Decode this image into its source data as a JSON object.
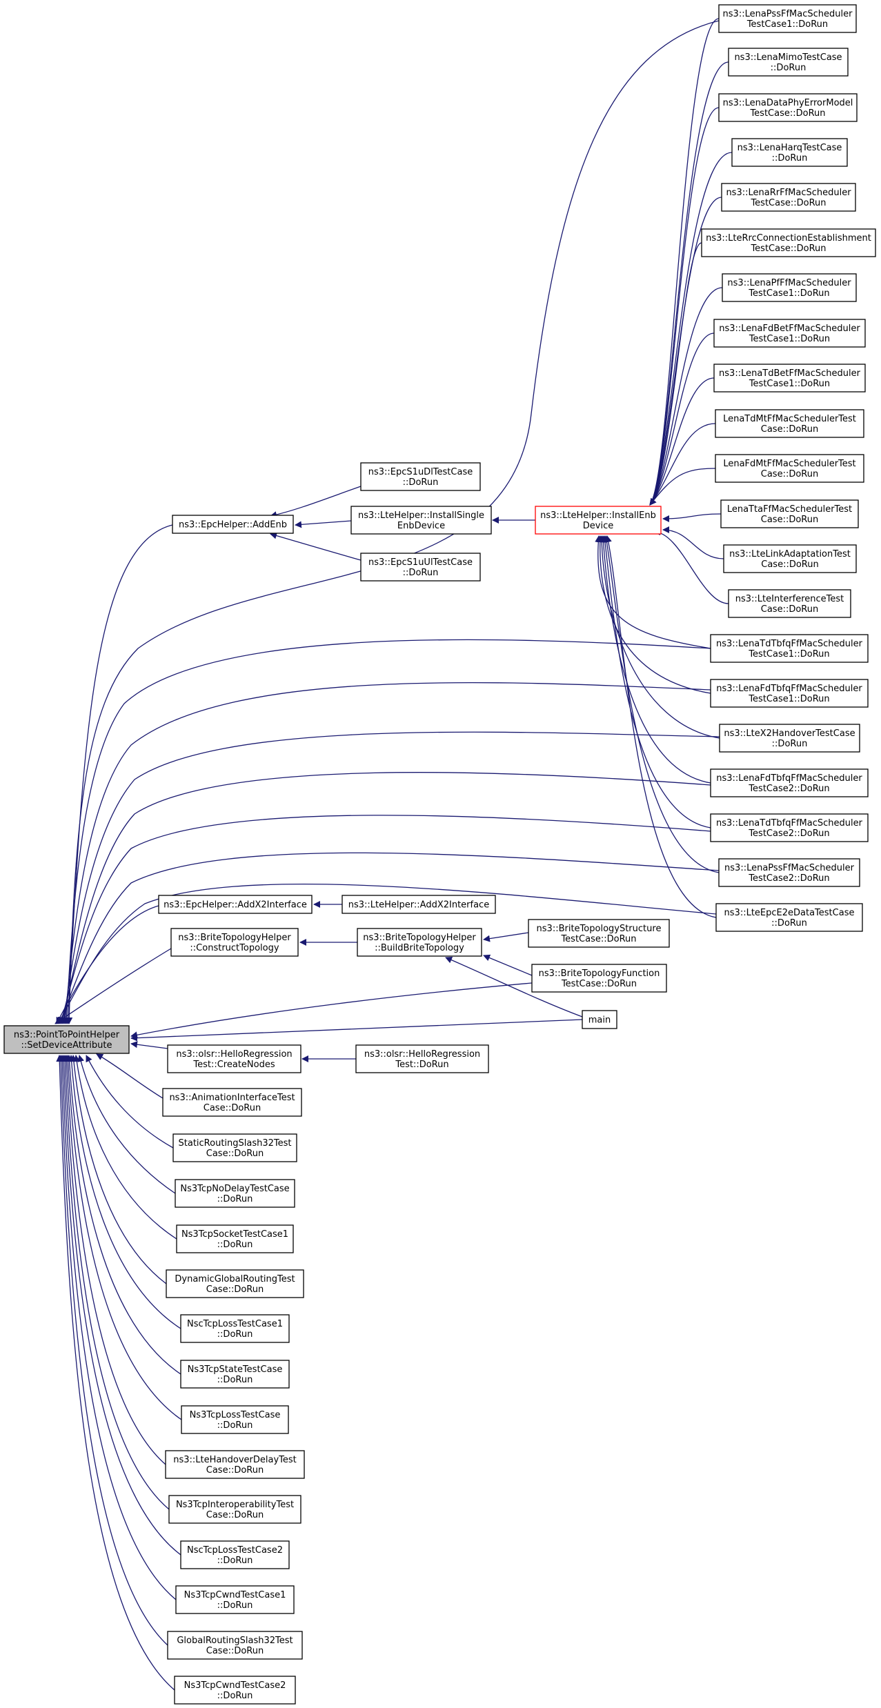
{
  "colors": {
    "edge": "#191970",
    "node_border": "#000000",
    "highlight_border": "#ff0000",
    "current_fill": "#bfbfbf"
  },
  "nodes": [
    {
      "id": "sda",
      "lines": [
        "ns3::PointToPointHelper",
        "::SetDeviceAttribute"
      ],
      "current": true
    },
    {
      "id": "addenb",
      "lines": [
        "ns3::EpcHelper::AddEnb"
      ]
    },
    {
      "id": "epcdl",
      "lines": [
        "ns3::EpcS1uDlTestCase",
        "::DoRun"
      ]
    },
    {
      "id": "epcul",
      "lines": [
        "ns3::EpcS1uUlTestCase",
        "::DoRun"
      ]
    },
    {
      "id": "installsingle",
      "lines": [
        "ns3::LteHelper::InstallSingle",
        "EnbDevice"
      ]
    },
    {
      "id": "installenb",
      "lines": [
        "ns3::LteHelper::InstallEnb",
        "Device"
      ],
      "highlight": true
    },
    {
      "id": "pss1",
      "lines": [
        "ns3::LenaPssFfMacScheduler",
        "TestCase1::DoRun"
      ]
    },
    {
      "id": "mimo",
      "lines": [
        "ns3::LenaMimoTestCase",
        "::DoRun"
      ]
    },
    {
      "id": "dataphy",
      "lines": [
        "ns3::LenaDataPhyErrorModel",
        "TestCase::DoRun"
      ]
    },
    {
      "id": "harq",
      "lines": [
        "ns3::LenaHarqTestCase",
        "::DoRun"
      ]
    },
    {
      "id": "rr",
      "lines": [
        "ns3::LenaRrFfMacScheduler",
        "TestCase::DoRun"
      ]
    },
    {
      "id": "rrc",
      "lines": [
        "ns3::LteRrcConnectionEstablishment",
        "TestCase::DoRun"
      ]
    },
    {
      "id": "pf",
      "lines": [
        "ns3::LenaPfFfMacScheduler",
        "TestCase1::DoRun"
      ]
    },
    {
      "id": "fdbet",
      "lines": [
        "ns3::LenaFdBetFfMacScheduler",
        "TestCase1::DoRun"
      ]
    },
    {
      "id": "tdbet",
      "lines": [
        "ns3::LenaTdBetFfMacScheduler",
        "TestCase1::DoRun"
      ]
    },
    {
      "id": "tdmt",
      "lines": [
        "LenaTdMtFfMacSchedulerTest",
        "Case::DoRun"
      ]
    },
    {
      "id": "fdmt",
      "lines": [
        "LenaFdMtFfMacSchedulerTest",
        "Case::DoRun"
      ]
    },
    {
      "id": "tta",
      "lines": [
        "LenaTtaFfMacSchedulerTest",
        "Case::DoRun"
      ]
    },
    {
      "id": "linkadapt",
      "lines": [
        "ns3::LteLinkAdaptationTest",
        "Case::DoRun"
      ]
    },
    {
      "id": "interf",
      "lines": [
        "ns3::LteInterferenceTest",
        "Case::DoRun"
      ]
    },
    {
      "id": "tdtbfq1",
      "lines": [
        "ns3::LenaTdTbfqFfMacScheduler",
        "TestCase1::DoRun"
      ]
    },
    {
      "id": "fdtbfq1",
      "lines": [
        "ns3::LenaFdTbfqFfMacScheduler",
        "TestCase1::DoRun"
      ]
    },
    {
      "id": "x2ho",
      "lines": [
        "ns3::LteX2HandoverTestCase",
        "::DoRun"
      ]
    },
    {
      "id": "fdtbfq2",
      "lines": [
        "ns3::LenaFdTbfqFfMacScheduler",
        "TestCase2::DoRun"
      ]
    },
    {
      "id": "tdtbfq2",
      "lines": [
        "ns3::LenaTdTbfqFfMacScheduler",
        "TestCase2::DoRun"
      ]
    },
    {
      "id": "pss2",
      "lines": [
        "ns3::LenaPssFfMacScheduler",
        "TestCase2::DoRun"
      ]
    },
    {
      "id": "e2e",
      "lines": [
        "ns3::LteEpcE2eDataTestCase",
        "::DoRun"
      ]
    },
    {
      "id": "addx2",
      "lines": [
        "ns3::EpcHelper::AddX2Interface"
      ]
    },
    {
      "id": "lteaddx2",
      "lines": [
        "ns3::LteHelper::AddX2Interface"
      ]
    },
    {
      "id": "construct",
      "lines": [
        "ns3::BriteTopologyHelper",
        "::ConstructTopology"
      ]
    },
    {
      "id": "build",
      "lines": [
        "ns3::BriteTopologyHelper",
        "::BuildBriteTopology"
      ]
    },
    {
      "id": "britestruct",
      "lines": [
        "ns3::BriteTopologyStructure",
        "TestCase::DoRun"
      ]
    },
    {
      "id": "britefunc",
      "lines": [
        "ns3::BriteTopologyFunction",
        "TestCase::DoRun"
      ]
    },
    {
      "id": "main",
      "lines": [
        "main"
      ]
    },
    {
      "id": "olsrcreate",
      "lines": [
        "ns3::olsr::HelloRegression",
        "Test::CreateNodes"
      ]
    },
    {
      "id": "olsrrun",
      "lines": [
        "ns3::olsr::HelloRegression",
        "Test::DoRun"
      ]
    },
    {
      "id": "anim",
      "lines": [
        "ns3::AnimationInterfaceTest",
        "Case::DoRun"
      ]
    },
    {
      "id": "static32",
      "lines": [
        "StaticRoutingSlash32Test",
        "Case::DoRun"
      ]
    },
    {
      "id": "nodelay",
      "lines": [
        "Ns3TcpNoDelayTestCase",
        "::DoRun"
      ]
    },
    {
      "id": "socket1",
      "lines": [
        "Ns3TcpSocketTestCase1",
        "::DoRun"
      ]
    },
    {
      "id": "dynglobal",
      "lines": [
        "DynamicGlobalRoutingTest",
        "Case::DoRun"
      ]
    },
    {
      "id": "nscloss1",
      "lines": [
        "NscTcpLossTestCase1",
        "::DoRun"
      ]
    },
    {
      "id": "tcpstate",
      "lines": [
        "Ns3TcpStateTestCase",
        "::DoRun"
      ]
    },
    {
      "id": "tcploss",
      "lines": [
        "Ns3TcpLossTestCase",
        "::DoRun"
      ]
    },
    {
      "id": "hodelay",
      "lines": [
        "ns3::LteHandoverDelayTest",
        "Case::DoRun"
      ]
    },
    {
      "id": "interop",
      "lines": [
        "Ns3TcpInteroperabilityTest",
        "Case::DoRun"
      ]
    },
    {
      "id": "nscloss2",
      "lines": [
        "NscTcpLossTestCase2",
        "::DoRun"
      ]
    },
    {
      "id": "cwnd1",
      "lines": [
        "Ns3TcpCwndTestCase1",
        "::DoRun"
      ]
    },
    {
      "id": "global32",
      "lines": [
        "GlobalRoutingSlash32Test",
        "Case::DoRun"
      ]
    },
    {
      "id": "cwnd2",
      "lines": [
        "Ns3TcpCwndTestCase2",
        "::DoRun"
      ]
    }
  ]
}
